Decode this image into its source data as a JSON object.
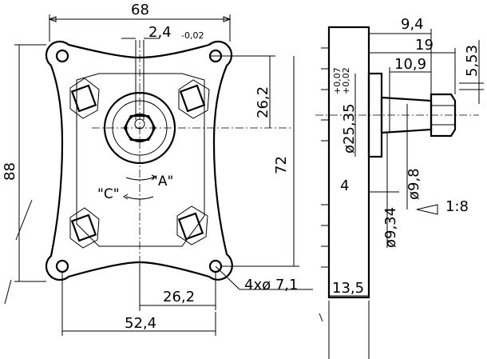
{
  "front_view": {
    "dim_overall_width": "68",
    "dim_keyway_width": "2,4",
    "dim_keyway_tol": "-0,02",
    "dim_hole_offset_vertical": "26,2",
    "dim_overall_height": "88",
    "dim_hole_vertical_pitch": "72",
    "dim_hole_horizontal_half": "26,2",
    "dim_hole_horizontal_pitch": "52,4",
    "dim_mount_holes": "4xø 7,1",
    "rotation_label_a": "\"A\"",
    "rotation_label_c": "\"C\""
  },
  "side_view": {
    "dim_shaft_length": "9,4",
    "dim_overall_shaft": "19",
    "dim_thread_length": "10,9",
    "dim_pilot_offset": "5,53",
    "dim_flange_thickness": "13,5",
    "dim_pilot_diameter": "ø25,35",
    "dim_pilot_tol_upper": "+0,07",
    "dim_pilot_tol_lower": "+0,02",
    "dim_taper_diameter": "ø9,8",
    "dim_shaft_diameter": "ø9,34",
    "dim_shoulder": "4",
    "dim_taper_ratio": "1:8"
  }
}
